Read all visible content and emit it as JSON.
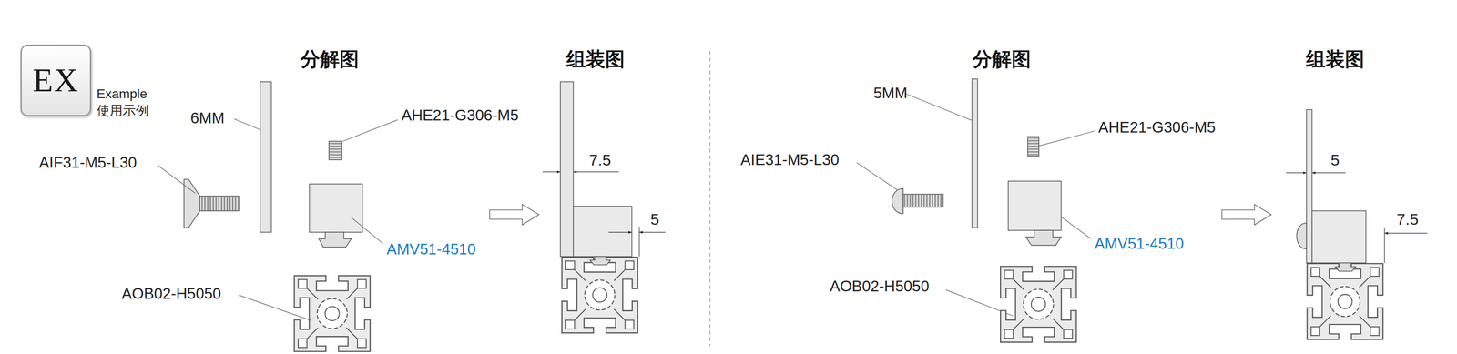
{
  "diagram": {
    "nodes": [
      {
        "text": [
          "EX"
        ]
      }
    ],
    "labels": [
      "Example",
      "使用示例",
      "分解图",
      "组装图",
      "6MM",
      "AHE21-G306-M5",
      "AIF31-M5-L30",
      "AMV51-4510",
      "AOB02-H5050",
      "7.5",
      "5",
      "分解图",
      "组装图",
      "5MM",
      "AHE21-G306-M5",
      "AIE31-M5-L30",
      "AMV51-4510",
      "AOB02-H5050",
      "5",
      "7.5"
    ]
  }
}
